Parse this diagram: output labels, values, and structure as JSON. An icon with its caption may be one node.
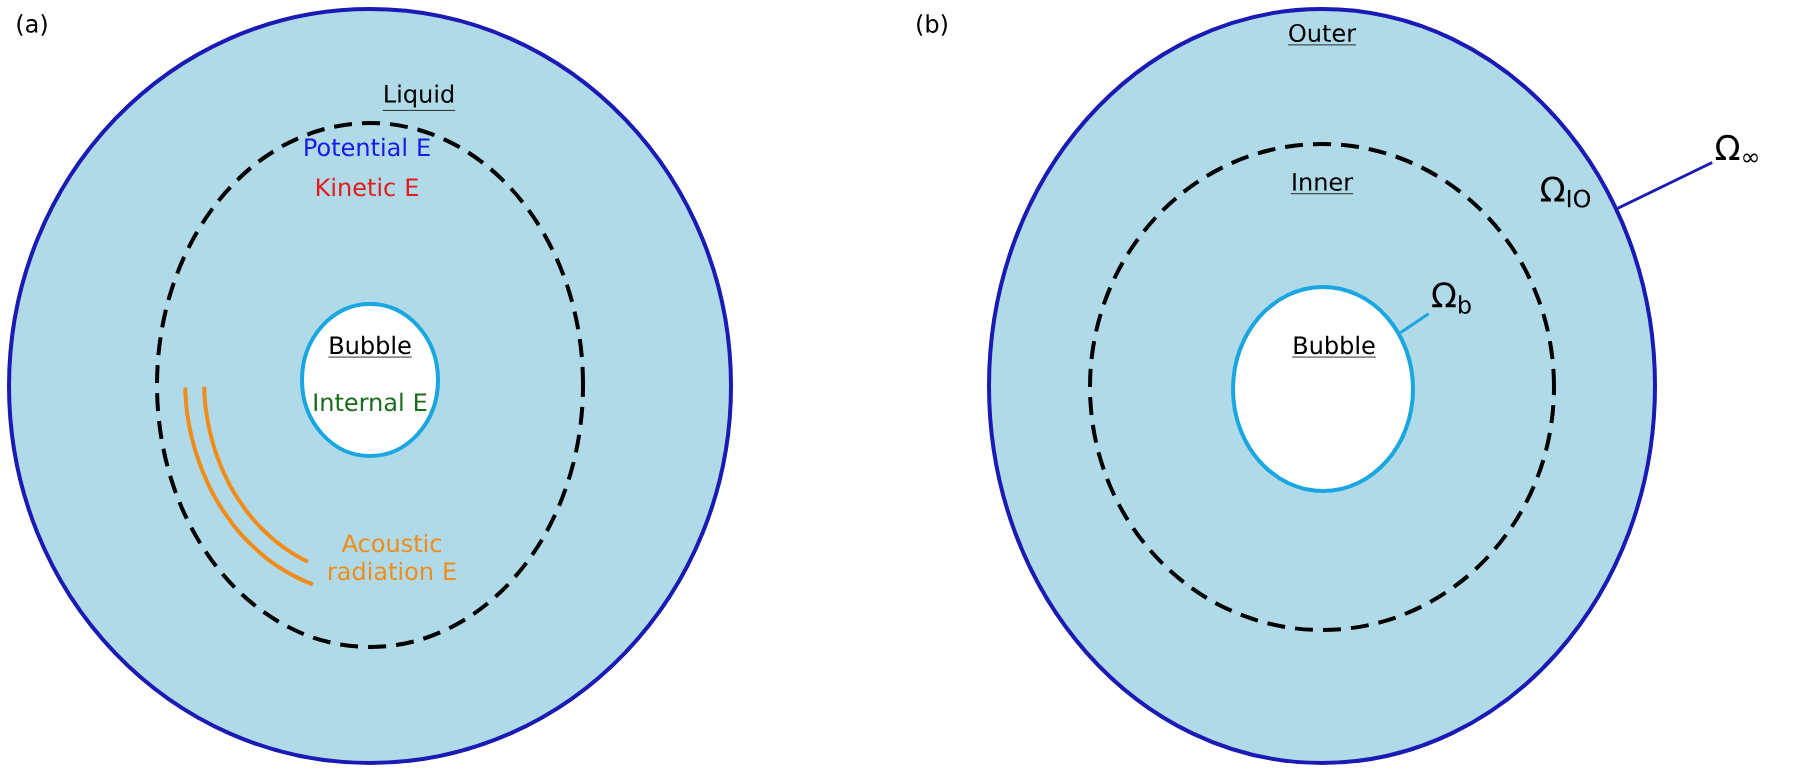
{
  "diagram": {
    "nodes": [
      {
        "text": [
          "Liquid"
        ]
      },
      {
        "text": [
          "Potential E",
          "Kinetic E",
          "Acoustic radiation E"
        ],
        "in": 0
      },
      {
        "text": [
          "Bubble",
          "Internal E"
        ],
        "in": 1
      },
      {
        "text": [
          "Outer"
        ]
      },
      {
        "text": [
          "Inner"
        ],
        "in": 3,
        "beside": [
          "Ω$_{IO}$"
        ]
      },
      {
        "text": [
          "Bubble"
        ],
        "in": 4
      },
      {
        "text": [
          "Ω$_{∞}$"
        ]
      },
      {
        "text": [
          "Ω$_{b}$"
        ],
        "in": 4
      }
    ],
    "edges": [
      {
        "from": 6,
        "to": 3,
        "arrow": "none",
        "color": "#1a1ab4"
      },
      {
        "from": 7,
        "to": 5,
        "arrow": "none",
        "color": "#1aa6e0"
      }
    ],
    "labels": [
      "(a)",
      "(b)"
    ]
  }
}
